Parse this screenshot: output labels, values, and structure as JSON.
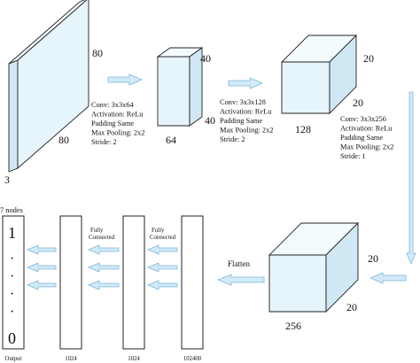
{
  "blocks": [
    {
      "dims": {
        "height": "80",
        "width": "80",
        "depth": "3"
      },
      "annotation": [
        "Conv: 3x3x64",
        "Activation: ReLu",
        "Padding Same",
        "Max Pooling: 2x2",
        "Stride: 2"
      ]
    },
    {
      "dims": {
        "height": "40",
        "width": "40",
        "depth": "64"
      },
      "annotation": [
        "Conv: 3x3x128",
        "Activation: ReLu",
        "Padding Same",
        "Max Pooling: 2x2",
        "Stride: 2"
      ]
    },
    {
      "dims": {
        "height": "20",
        "width": "20",
        "depth": "128"
      },
      "annotation": [
        "Conv: 3x3x256",
        "Activation: ReLu",
        "Padding Same",
        "Max Pooling: 2x2",
        "Stride: 1"
      ]
    },
    {
      "dims": {
        "height": "20",
        "width": "20",
        "depth": "256"
      }
    }
  ],
  "flatten_label": "Flatten",
  "fc_labels": [
    "Fully\nConnected",
    "Fully\nConnected"
  ],
  "layers": [
    {
      "label": "102400"
    },
    {
      "label": "1024"
    },
    {
      "label": "1024"
    },
    {
      "label": "Output"
    }
  ],
  "output": {
    "header": "7 nodes",
    "top_value": "1",
    "bottom_value": "0",
    "dots": [
      "·",
      "·",
      "·",
      "·"
    ]
  },
  "colors": {
    "block_front": "#e6f4fb",
    "block_top": "#f4fbfe",
    "block_side": "#cfe8f4",
    "block_edge": "#222222",
    "arrow_fill": "#d2eaf8",
    "arrow_edge": "#7fb7d9"
  }
}
